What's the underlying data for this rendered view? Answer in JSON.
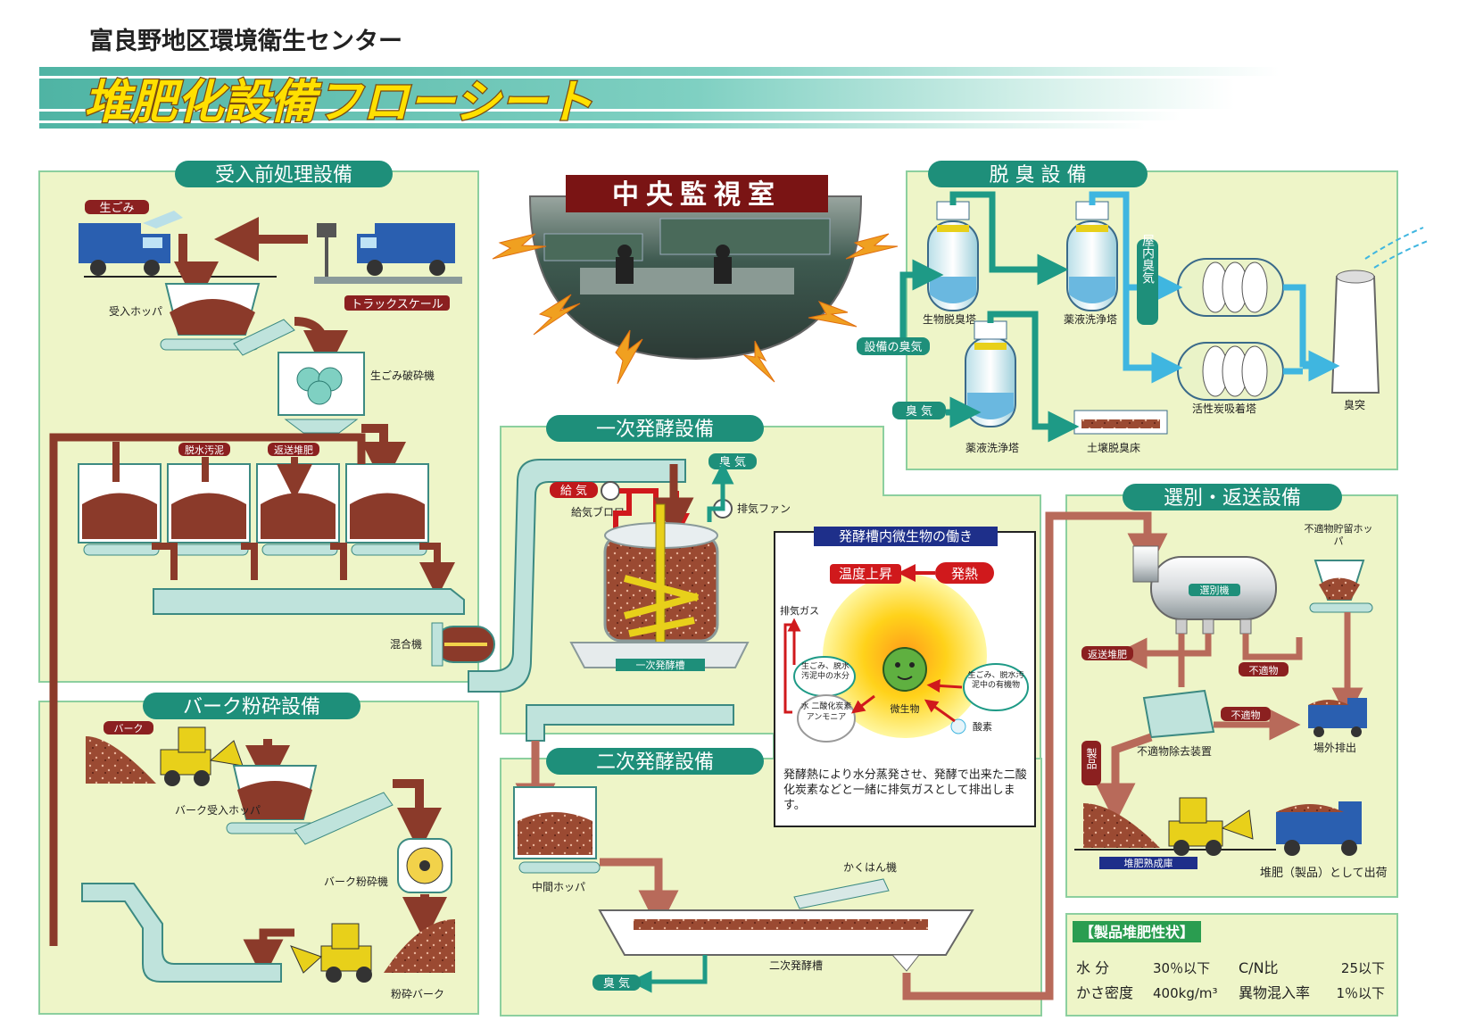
{
  "org_name": "富良野地区環境衛生センター",
  "title": "堆肥化設備フローシート",
  "colors": {
    "panel": "#eef5c8",
    "teal": "#2a9d8a",
    "brown": "#8b3a2a",
    "red": "#c0181b",
    "compost": "#8b3a2a"
  },
  "sections": {
    "pretreatment": {
      "heading": "受入前処理設備",
      "tag_garbage": "生ごみ",
      "truck_scale": "トラックスケール",
      "receiving_hopper": "受入ホッパ",
      "crusher": "生ごみ破砕機",
      "tag_sludge": "脱水汚泥",
      "tag_return": "返送堆肥",
      "mixer": "混合機"
    },
    "control_room": {
      "heading": "中央監視室"
    },
    "deodorize": {
      "heading": "脱 臭 設 備",
      "bio_tower": "生物脱臭塔",
      "chem_tower1": "薬液洗浄塔",
      "indoor_odor": "屋内臭気",
      "carbon_tower": "活性炭吸着塔",
      "stack": "臭突",
      "equip_odor": "設備の臭気",
      "odor_in": "臭 気",
      "chem_tower2": "薬液洗浄塔",
      "soil_bed": "土壌脱臭床"
    },
    "primary": {
      "heading": "一次発酵設備",
      "odor_out": "臭 気",
      "supply_air": "給 気",
      "supply_blower": "給気ブロワ",
      "exhaust_fan": "排気ファン",
      "tank": "一次発酵槽"
    },
    "microbe": {
      "heading": "発酵槽内微生物の働き",
      "temp_rise": "温度上昇",
      "heat": "発熱",
      "exhaust_gas": "排気ガス",
      "left_bubble": "生ごみ、脱水汚泥中の水分",
      "right_bubble": "生ごみ、脱水汚泥中の有機物",
      "products": "水 二酸化炭素 アンモニア",
      "microbe_label": "微生物",
      "oxygen": "酸素",
      "caption": "発酵熱により水分蒸発させ、発酵で出来た二酸化炭素などと一緒に排気ガスとして排出します。"
    },
    "sorting": {
      "heading": "選別・返送設備",
      "reject_hopper": "不適物貯留ホッパ",
      "sorter": "選別機",
      "return_compost": "返送堆肥",
      "reject1": "不適物",
      "reject2": "不適物",
      "reject_remover": "不適物除去装置",
      "off_site": "場外排出",
      "product": "製品",
      "maturing": "堆肥熟成庫",
      "shipping": "堆肥（製品）として出荷"
    },
    "bark": {
      "heading": "バーク粉砕設備",
      "tag_bark": "バーク",
      "bark_hopper": "バーク受入ホッパ",
      "bark_crusher": "バーク粉砕機",
      "crushed_bark": "粉砕バーク"
    },
    "secondary": {
      "heading": "二次発酵設備",
      "mid_hopper": "中間ホッパ",
      "agitator": "かくはん機",
      "tank": "二次発酵槽",
      "odor_out": "臭 気"
    }
  },
  "properties": {
    "heading": "【製品堆肥性状】",
    "rows": [
      {
        "k1": "水 分",
        "v1": "30％以下",
        "k2": "C/N比",
        "v2": "25以下"
      },
      {
        "k1": "かさ密度",
        "v1": "400kg/m³",
        "k2": "異物混入率",
        "v2": "1％以下"
      }
    ]
  }
}
